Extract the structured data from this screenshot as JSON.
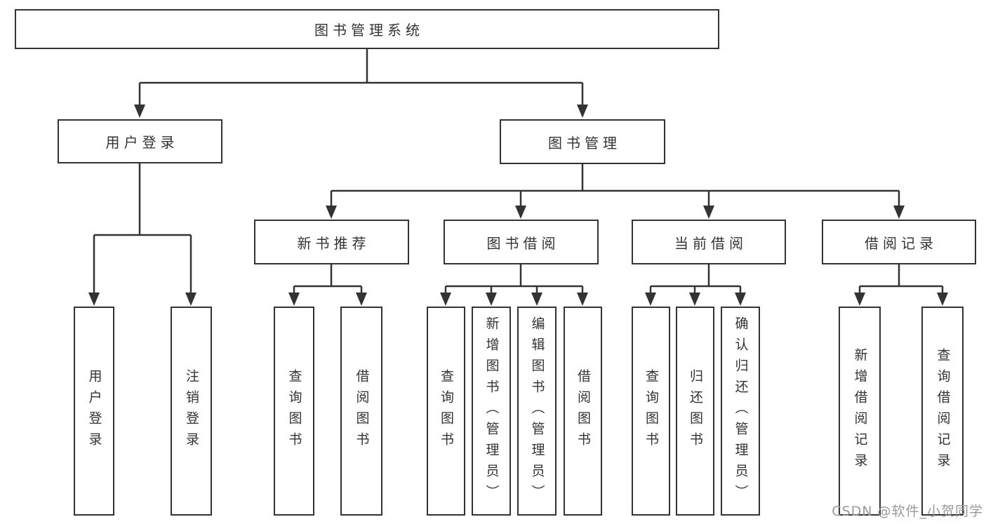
{
  "page": {
    "background": "#ffffff"
  },
  "diagram": {
    "type": "hierarchy-tree",
    "line_color": "#333333",
    "text_color": "#333333",
    "box_background": "#ffffff",
    "root": {
      "label": "图书管理系统"
    },
    "branches": [
      {
        "label": "用户登录",
        "children": [
          {
            "label": "用户登录"
          },
          {
            "label": "注销登录"
          }
        ]
      },
      {
        "label": "图书管理",
        "children": [
          {
            "label": "新书推荐",
            "children": [
              {
                "label": "查询图书"
              },
              {
                "label": "借阅图书"
              }
            ]
          },
          {
            "label": "图书借阅",
            "children": [
              {
                "label": "查询图书"
              },
              {
                "label": "新增图书（管理员）"
              },
              {
                "label": "编辑图书（管理员）"
              },
              {
                "label": "借阅图书"
              }
            ]
          },
          {
            "label": "当前借阅",
            "children": [
              {
                "label": "查询图书"
              },
              {
                "label": "归还图书"
              },
              {
                "label": "确认归还（管理员）"
              }
            ]
          },
          {
            "label": "借阅记录",
            "children": [
              {
                "label": "新增借阅记录"
              },
              {
                "label": "查询借阅记录"
              }
            ]
          }
        ]
      }
    ]
  },
  "watermark": {
    "text": "CSDN @软件_小贺同学",
    "color": "#999999"
  }
}
